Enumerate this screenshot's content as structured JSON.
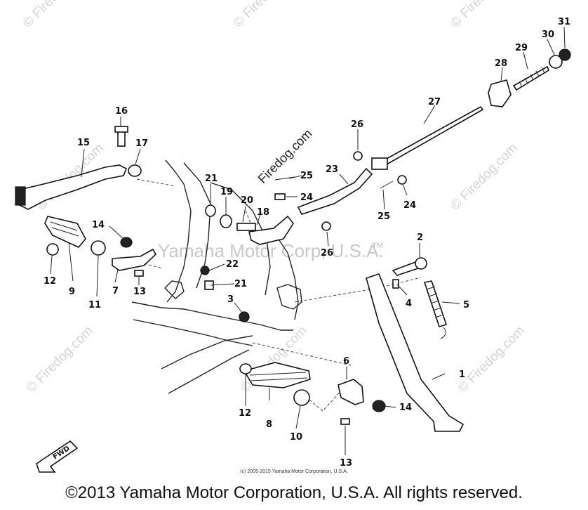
{
  "watermark": {
    "site": "© Firedog.com",
    "tilted": "Firedog.com",
    "center": "Yamaha Motor Corp, U.S.A.",
    "tm": "TM"
  },
  "fwd_label": "FWD",
  "callouts": [
    "1",
    "2",
    "3",
    "4",
    "5",
    "6",
    "7",
    "8",
    "9",
    "10",
    "11",
    "12",
    "12",
    "13",
    "13",
    "14",
    "14",
    "15",
    "16",
    "17",
    "18",
    "19",
    "20",
    "21",
    "21",
    "22",
    "23",
    "24",
    "24",
    "25",
    "25",
    "26",
    "26",
    "27",
    "28",
    "29",
    "30",
    "31"
  ],
  "small_copyright": "(c) 2005-2015 Yamaha Motor Corporation, U.S.A.",
  "copyright": "©2013 Yamaha Motor Corporation, U.S.A. All rights reserved."
}
